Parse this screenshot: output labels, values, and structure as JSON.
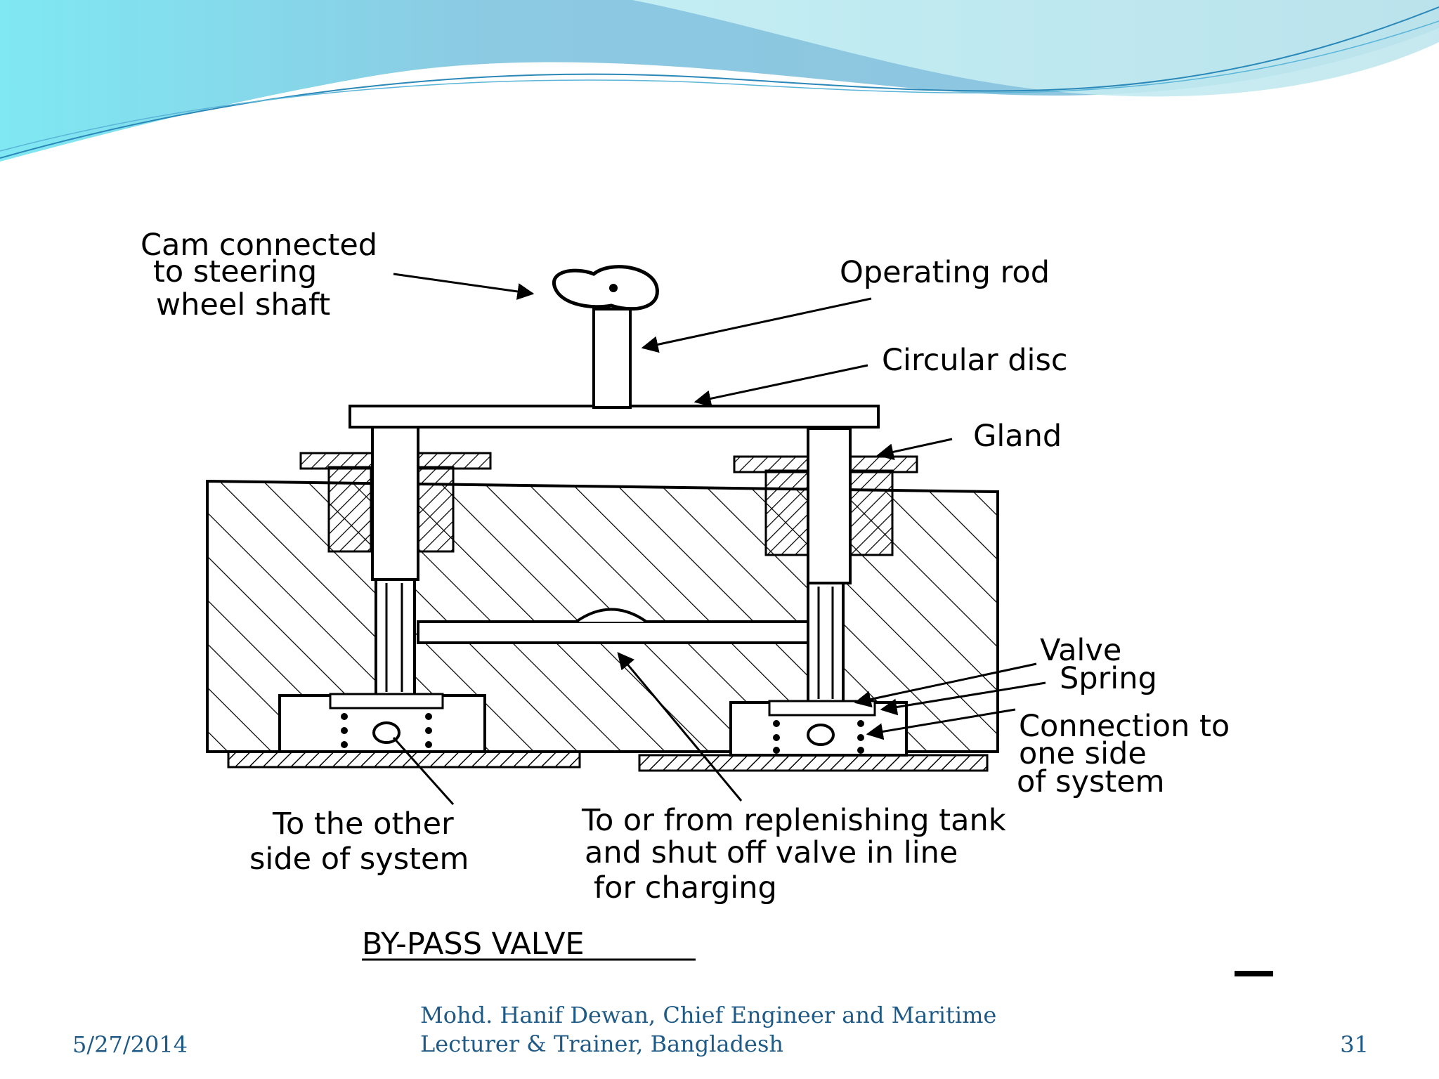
{
  "diagram": {
    "labels": {
      "cam": [
        "Cam connected",
        "to steering",
        "wheel shaft"
      ],
      "operating_rod": "Operating rod",
      "circular_disc": "Circular disc",
      "gland": "Gland",
      "valve": "Valve",
      "spring": "Spring",
      "connection": [
        "Connection to",
        "one side",
        "of system"
      ],
      "other_side": [
        "To the other",
        "side of system"
      ],
      "replenishing": [
        "To or from replenishing tank",
        "and shut off  valve in line",
        "for charging"
      ]
    },
    "title": "BY-PASS VALVE"
  },
  "footer": {
    "date": "5/27/2014",
    "author_line1": "Mohd. Hanif Dewan, Chief Engineer and Maritime",
    "author_line2": "Lecturer & Trainer, Bangladesh",
    "page_number": "31"
  },
  "colors": {
    "banner_light": "#7fe3ee",
    "banner_blue": "#8fc7e0",
    "footer_text": "#1f5a86"
  }
}
